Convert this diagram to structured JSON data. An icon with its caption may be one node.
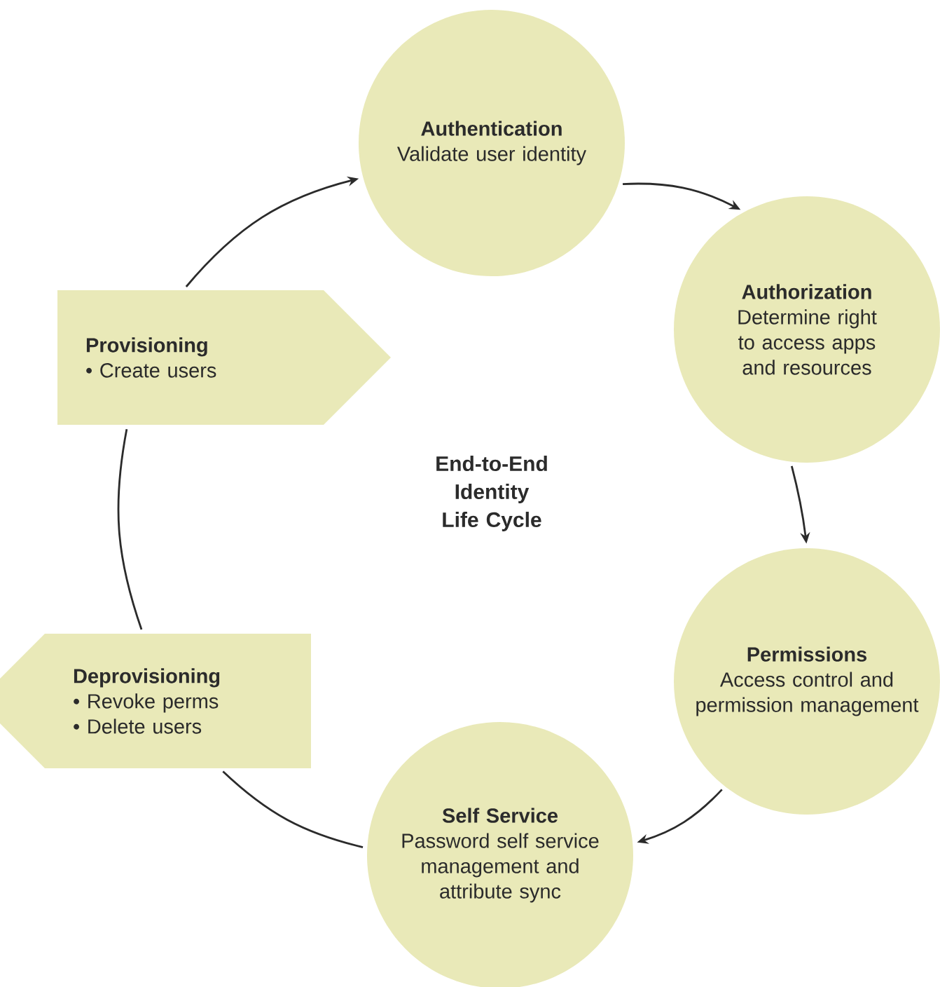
{
  "diagram": {
    "nodes": [
      {
        "text": [
          "Authentication",
          "Validate user identity"
        ]
      },
      {
        "text": [
          "Authorization",
          "Determine right to access apps and resources"
        ]
      },
      {
        "text": [
          "Permissions",
          "Access control and permission management"
        ]
      },
      {
        "text": [
          "Self Service",
          "Password self service management and attribute sync"
        ]
      },
      {
        "text": [
          "Deprovisioning",
          "• Revoke perms",
          "• Delete users"
        ]
      },
      {
        "text": [
          "Provisioning",
          "• Create users"
        ]
      }
    ],
    "edges": [
      {
        "from": 5,
        "to": 0,
        "arrow": "to"
      },
      {
        "from": 0,
        "to": 1,
        "arrow": "to"
      },
      {
        "from": 1,
        "to": 2,
        "arrow": "to"
      },
      {
        "from": 2,
        "to": 3,
        "arrow": "to"
      },
      {
        "from": 3,
        "to": 4,
        "arrow": "none"
      },
      {
        "from": 4,
        "to": 5,
        "arrow": "none"
      }
    ],
    "labels": [
      "End-to-End Identity Life Cycle"
    ]
  }
}
